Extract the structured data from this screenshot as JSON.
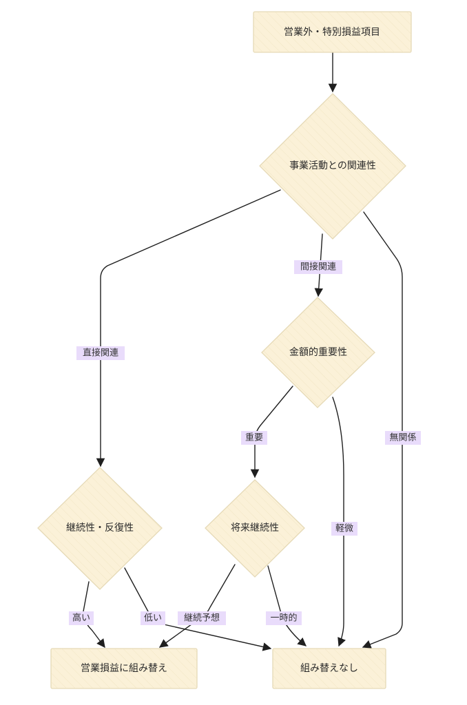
{
  "diagram": {
    "nodes": {
      "start": "営業外・特別損益項目",
      "relevance": "事業活動との関連性",
      "materiality": "金額的重要性",
      "continuity": "継続性・反復性",
      "future": "将来継続性",
      "reclassify": "営業損益に組み替え",
      "no_reclassify": "組み替えなし"
    },
    "edge_labels": {
      "indirect": "間接関連",
      "direct": "直接関連",
      "important": "重要",
      "unrelated": "無関係",
      "minor": "軽微",
      "high": "高い",
      "low": "低い",
      "expected": "継続予想",
      "temporary": "一時的"
    }
  },
  "colors": {
    "node_fill": "#fbf1d8",
    "node_stroke": "#e5d9b6",
    "label_bg": "#e9dcfb",
    "edge": "#1f1f1f"
  }
}
